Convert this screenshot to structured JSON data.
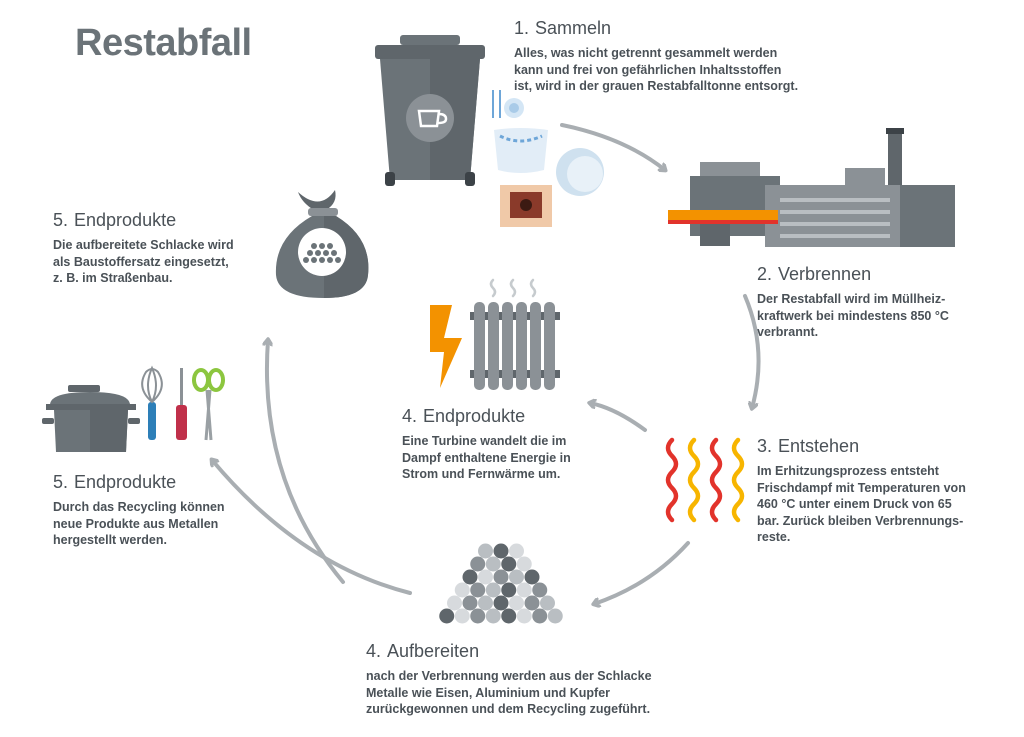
{
  "title": "Restabfall",
  "steps": {
    "sammeln": {
      "num": "1.",
      "heading": "Sammeln",
      "lines": [
        "Alles, was nicht getrennt gesammelt werden",
        "kann und frei von gefährlichen Inhaltsstoffen",
        "ist, wird in der grauen Restabfalltonne entsorgt."
      ]
    },
    "verbrennen": {
      "num": "2.",
      "heading": "Verbrennen",
      "lines": [
        "Der Restabfall wird im Müllheiz-",
        "kraftwerk bei mindestens 850 °C",
        "verbrannt."
      ]
    },
    "entstehen": {
      "num": "3.",
      "heading": "Entstehen",
      "lines": [
        "Im Erhitzungsprozess entsteht",
        "Frischdampf mit Temperaturen von",
        "460 °C unter einem Druck von 65",
        "bar. Zurück bleiben Verbrennungs-",
        "reste."
      ]
    },
    "endprodukte_energie": {
      "num": "4.",
      "heading": "Endprodukte",
      "lines": [
        "Eine Turbine wandelt die im",
        "Dampf enthaltene Energie in",
        "Strom und Fernwärme um."
      ]
    },
    "aufbereiten": {
      "num": "4.",
      "heading": "Aufbereiten",
      "lines": [
        "nach der Verbrennung werden aus der Schlacke",
        "Metalle wie Eisen, Aluminium und Kupfer",
        "zurückgewonnen und dem Recycling zugeführt."
      ]
    },
    "endprodukte_metall": {
      "num": "5.",
      "heading": "Endprodukte",
      "lines": [
        "Durch das Recycling können",
        "neue Produkte aus Metallen",
        "hergestellt werden."
      ]
    },
    "endprodukte_schlacke": {
      "num": "5.",
      "heading": "Endprodukte",
      "lines": [
        "Die aufbereitete Schlacke wird",
        "als Baustoffersatz eingesetzt,",
        "z. B. im Straßenbau."
      ]
    }
  },
  "colors": {
    "gray_dark": "#5f666b",
    "gray_mid": "#8b9196",
    "gray_light": "#b9bec2",
    "arrow": "#a9aeb2",
    "orange": "#f39200",
    "red": "#e2332b",
    "yellow": "#f7b500",
    "blue": "#2d7fb8"
  }
}
